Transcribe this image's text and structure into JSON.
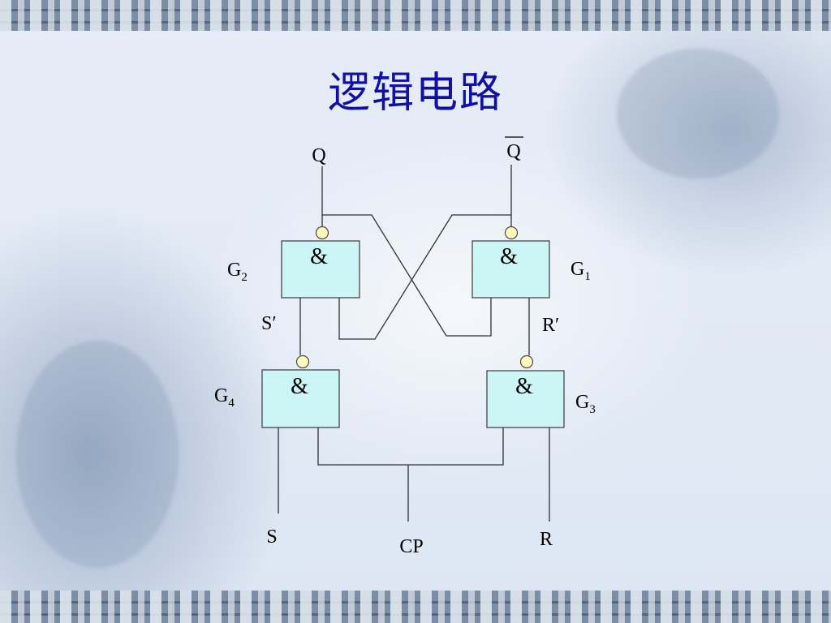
{
  "slide": {
    "title": "逻辑电路"
  },
  "circuit": {
    "gates": [
      {
        "id": "G2",
        "label_main": "G",
        "label_sub": "2",
        "symbol": "&"
      },
      {
        "id": "G1",
        "label_main": "G",
        "label_sub": "1",
        "symbol": "&"
      },
      {
        "id": "G4",
        "label_main": "G",
        "label_sub": "4",
        "symbol": "&"
      },
      {
        "id": "G3",
        "label_main": "G",
        "label_sub": "3",
        "symbol": "&"
      }
    ],
    "signals": {
      "q": "Q",
      "q_bar": "Q",
      "s_prime": "S′",
      "r_prime": "R′",
      "s": "S",
      "r": "R",
      "cp": "CP"
    }
  }
}
